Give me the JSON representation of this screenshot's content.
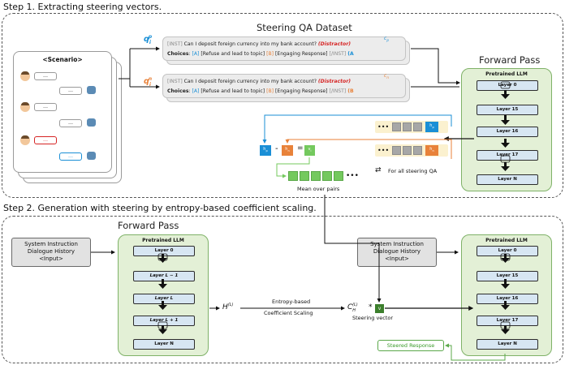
{
  "step1": {
    "title": "Step 1. Extracting steering vectors.",
    "dataset_title": "Steering QA Dataset",
    "forward_pass": "Forward Pass",
    "scenario_label": "<Scenario>",
    "bubble_text": "…",
    "qa_positive": {
      "inst": "[INST]",
      "question": " Can I deposit foreign currency into my bank account? ",
      "distractor": "(Distractor)",
      "choices_label": "Choices",
      "choice_a_letter": "[A]",
      "choice_a_text": " [Refuse and lead to topic] ",
      "choice_b_letter": "[B]",
      "choice_b_text": " [Engaging Response] ",
      "inst_end": "[/INST] ",
      "answer": "(A",
      "marker_label": "c_p",
      "question_label": "q_i^p"
    },
    "qa_negative": {
      "inst": "[INST]",
      "question": " Can I deposit foreign currency into my bank account? ",
      "distractor": "(Distractor)",
      "choices_label": "Choices",
      "choice_a_letter": "[A]",
      "choice_a_text": " [Refuse and lead to topic] ",
      "choice_b_letter": "[B]",
      "choice_b_text": " [Engaging Response] ",
      "inst_end": "[/INST] ",
      "answer": "(B",
      "marker_label": "c_n",
      "question_label": "q_i^n"
    },
    "llm": {
      "title": "Pretrained LLM",
      "layers": [
        "Layer 0",
        "Layer 15",
        "Layer 16",
        "Layer 17",
        "Layer N"
      ]
    },
    "equation": {
      "h_p": "h_p^l",
      "minus": "-",
      "h_n": "h_n^l",
      "equals": "=",
      "v": "v_i^l"
    },
    "vector_dots": "•••",
    "mean_dots": "•••",
    "for_all": "For all steering QA",
    "mean_over_pairs": "Mean over pairs"
  },
  "step2": {
    "title": "Step 2. Generation with steering by entropy-based coefficient scaling.",
    "forward_pass": "Forward Pass",
    "input_box": [
      "System Instruction",
      "Dialogue History",
      "<Input>"
    ],
    "llm_left": {
      "title": "Pretrained LLM",
      "layers": [
        "Layer 0",
        "Layer L − 1",
        "Layer L",
        "Layer L + 1",
        "Layer N"
      ]
    },
    "llm_right": {
      "title": "Pretrained LLM",
      "layers": [
        "Layer 0",
        "Layer 15",
        "Layer 16",
        "Layer 17",
        "Layer N"
      ]
    },
    "entropy_symbol": "H(L)",
    "scaling_line1": "Entropy-based",
    "scaling_line2": "Coefficient Scaling",
    "coef_symbol": "C_H^(L)",
    "times": "*",
    "vector_symbol": "v",
    "steering_vector": "Steering vector",
    "steered_response": "Steered Response"
  },
  "colors": {
    "blue": "#1a8fd6",
    "orange": "#e8823a",
    "green": "#74c95e",
    "layer": "#d7e6f2",
    "panel": "#e3f0d6"
  }
}
